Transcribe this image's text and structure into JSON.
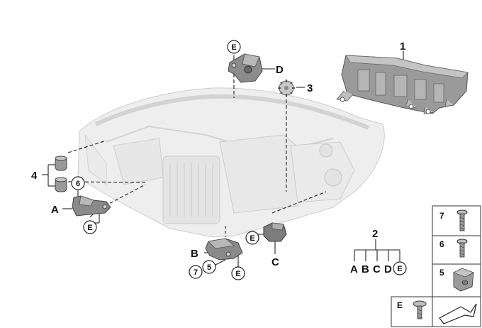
{
  "parts": {
    "p1": {
      "label": "1"
    },
    "p2": {
      "label": "2",
      "group": [
        "A",
        "B",
        "C",
        "D"
      ],
      "group_circle": "E"
    },
    "p3": {
      "label": "3"
    },
    "p4": {
      "label": "4"
    },
    "p5": {
      "label": "5"
    },
    "p6": {
      "label": "6"
    },
    "p7": {
      "label": "7"
    }
  },
  "callouts": {
    "a": {
      "label": "A",
      "circle_top": "6",
      "circle_bottom": "E"
    },
    "b": {
      "label": "B",
      "circle_7": "7",
      "circle_5": "5",
      "circle_e": "E"
    },
    "c": {
      "label": "C",
      "circle_e": "E"
    },
    "d": {
      "label": "D",
      "circle_e": "E"
    },
    "center_e": {
      "label": "E"
    }
  },
  "legend": {
    "rows": [
      {
        "label": "7",
        "icon": "screw-long-icon"
      },
      {
        "label": "6",
        "icon": "screw-short-icon"
      },
      {
        "label": "5",
        "icon": "clip-nut-icon"
      },
      {
        "label": "E",
        "icon": "screw-flat-icon"
      }
    ]
  },
  "colors": {
    "line": "#222222",
    "part_dark": "#8f8f8f",
    "part_light": "#d6d6d6",
    "ghost": "#e4e4e4"
  }
}
